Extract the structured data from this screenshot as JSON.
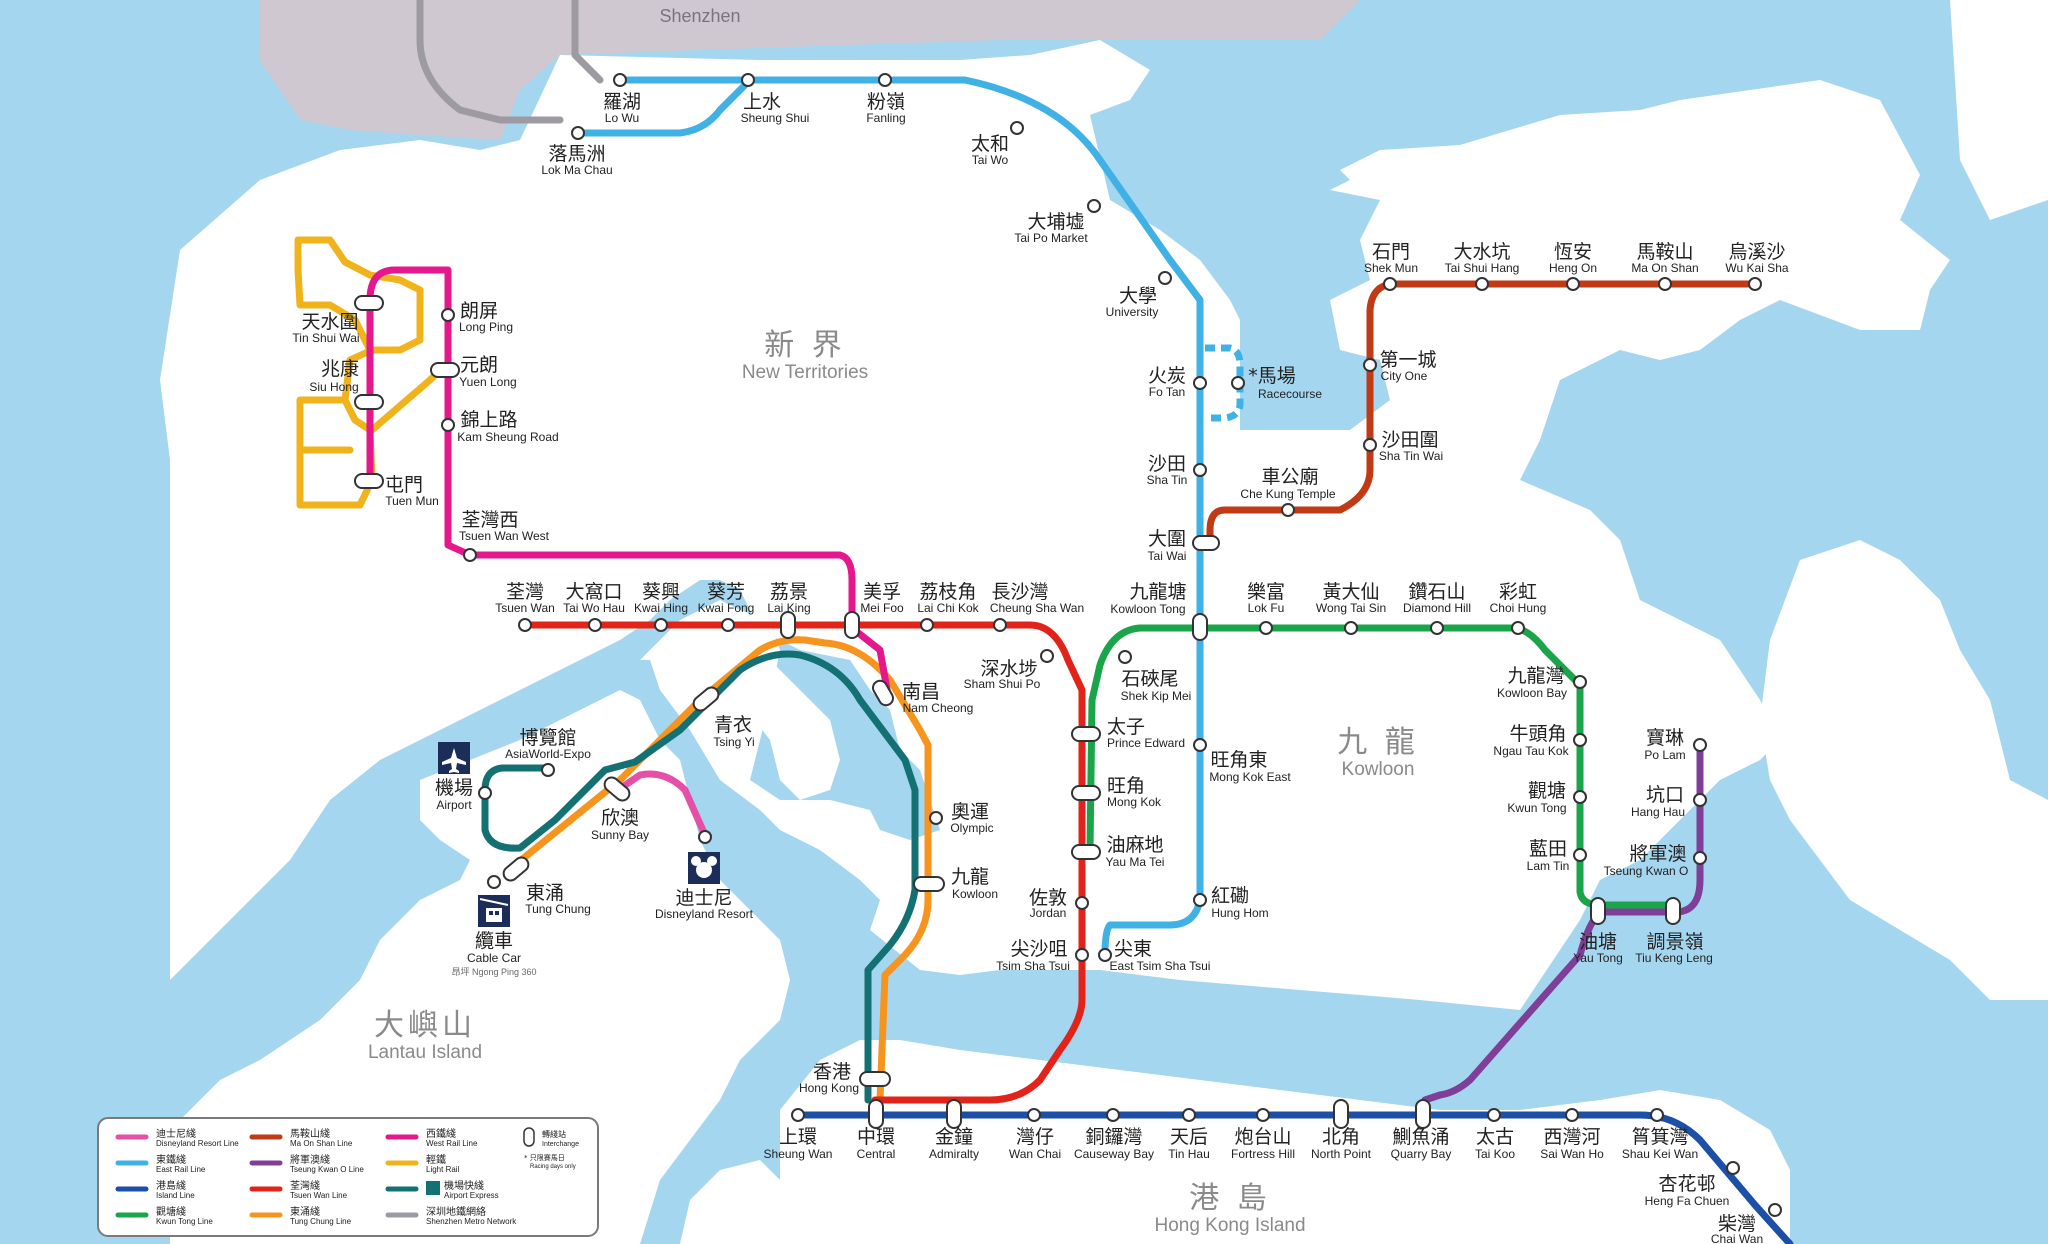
{
  "map": {
    "colors": {
      "sea": "#a5d6f0",
      "land": "#ffffff",
      "shenzhen": "#cfc8d0",
      "disneyland": "#e54fa7",
      "east_rail": "#3fb1e5",
      "island": "#1c4fa6",
      "kwun_tong": "#1aa54a",
      "ma_on_shan": "#bf3a15",
      "tseung_kwan_o": "#7f3f98",
      "tsuen_wan": "#e2231a",
      "tung_chung": "#f7941d",
      "west_rail": "#e5178c",
      "light_rail": "#f1b31c",
      "airport_express": "#137073",
      "shenzhen_metro": "#9e9aa2"
    },
    "regions": {
      "shenzhen": "Shenzhen",
      "nt_zh": "新 界",
      "nt_en": "New Territories",
      "kln_zh": "九 龍",
      "kln_en": "Kowloon",
      "lantau_zh": "大嶼山",
      "lantau_en": "Lantau Island",
      "hki_zh": "港 島",
      "hki_en": "Hong Kong Island"
    },
    "stations": {
      "lo_wu": {
        "zh": "羅湖",
        "en": "Lo Wu"
      },
      "sheung_shui": {
        "zh": "上水",
        "en": "Sheung Shui"
      },
      "fanling": {
        "zh": "粉嶺",
        "en": "Fanling"
      },
      "lok_ma_chau": {
        "zh": "落馬洲",
        "en": "Lok Ma Chau"
      },
      "tai_wo": {
        "zh": "太和",
        "en": "Tai Wo"
      },
      "tai_po_market": {
        "zh": "大埔墟",
        "en": "Tai Po Market"
      },
      "university": {
        "zh": "大學",
        "en": "University"
      },
      "fo_tan": {
        "zh": "火炭",
        "en": "Fo Tan"
      },
      "racecourse": {
        "zh": "*馬場",
        "en": "Racecourse"
      },
      "sha_tin": {
        "zh": "沙田",
        "en": "Sha Tin"
      },
      "tai_wai": {
        "zh": "大圍",
        "en": "Tai Wai"
      },
      "kowloon_tong": {
        "zh": "九龍塘",
        "en": "Kowloon Tong"
      },
      "mong_kok_east": {
        "zh": "旺角東",
        "en": "Mong Kok East"
      },
      "hung_hom": {
        "zh": "紅磡",
        "en": "Hung Hom"
      },
      "east_tst": {
        "zh": "尖東",
        "en": "East Tsim Sha Tsui"
      },
      "shek_mun": {
        "zh": "石門",
        "en": "Shek Mun"
      },
      "tai_shui_hang": {
        "zh": "大水坑",
        "en": "Tai Shui Hang"
      },
      "heng_on": {
        "zh": "恆安",
        "en": "Heng On"
      },
      "ma_on_shan": {
        "zh": "馬鞍山",
        "en": "Ma On Shan"
      },
      "wu_kai_sha": {
        "zh": "烏溪沙",
        "en": "Wu Kai Sha"
      },
      "city_one": {
        "zh": "第一城",
        "en": "City One"
      },
      "sha_tin_wai": {
        "zh": "沙田圍",
        "en": "Sha Tin Wai"
      },
      "che_kung_temple": {
        "zh": "車公廟",
        "en": "Che Kung Temple"
      },
      "tin_shui_wai": {
        "zh": "天水圍",
        "en": "Tin Shui Wai"
      },
      "siu_hong": {
        "zh": "兆康",
        "en": "Siu Hong"
      },
      "tuen_mun": {
        "zh": "屯門",
        "en": "Tuen Mun"
      },
      "long_ping": {
        "zh": "朗屏",
        "en": "Long Ping"
      },
      "yuen_long": {
        "zh": "元朗",
        "en": "Yuen Long"
      },
      "kam_sheung_road": {
        "zh": "錦上路",
        "en": "Kam Sheung Road"
      },
      "tsuen_wan_west": {
        "zh": "荃灣西",
        "en": "Tsuen Wan West"
      },
      "tsuen_wan": {
        "zh": "荃灣",
        "en": "Tsuen Wan"
      },
      "tai_wo_hau": {
        "zh": "大窩口",
        "en": "Tai Wo Hau"
      },
      "kwai_hing": {
        "zh": "葵興",
        "en": "Kwai Hing"
      },
      "kwai_fong": {
        "zh": "葵芳",
        "en": "Kwai Fong"
      },
      "lai_king": {
        "zh": "荔景",
        "en": "Lai King"
      },
      "mei_foo": {
        "zh": "美孚",
        "en": "Mei Foo"
      },
      "lai_chi_kok": {
        "zh": "荔枝角",
        "en": "Lai Chi Kok"
      },
      "cheung_sha_wan": {
        "zh": "長沙灣",
        "en": "Cheung Sha Wan"
      },
      "sham_shui_po": {
        "zh": "深水埗",
        "en": "Sham Shui Po"
      },
      "nam_cheong": {
        "zh": "南昌",
        "en": "Nam Cheong"
      },
      "shek_kip_mei": {
        "zh": "石硤尾",
        "en": "Shek Kip Mei"
      },
      "prince_edward": {
        "zh": "太子",
        "en": "Prince Edward"
      },
      "mong_kok": {
        "zh": "旺角",
        "en": "Mong Kok"
      },
      "yau_ma_tei": {
        "zh": "油麻地",
        "en": "Yau Ma Tei"
      },
      "jordan": {
        "zh": "佐敦",
        "en": "Jordan"
      },
      "tst": {
        "zh": "尖沙咀",
        "en": "Tsim Sha Tsui"
      },
      "lok_fu": {
        "zh": "樂富",
        "en": "Lok Fu"
      },
      "wong_tai_sin": {
        "zh": "黃大仙",
        "en": "Wong Tai Sin"
      },
      "diamond_hill": {
        "zh": "鑽石山",
        "en": "Diamond Hill"
      },
      "choi_hung": {
        "zh": "彩虹",
        "en": "Choi Hung"
      },
      "kowloon_bay": {
        "zh": "九龍灣",
        "en": "Kowloon Bay"
      },
      "ngau_tau_kok": {
        "zh": "牛頭角",
        "en": "Ngau Tau Kok"
      },
      "kwun_tong": {
        "zh": "觀塘",
        "en": "Kwun Tong"
      },
      "lam_tin": {
        "zh": "藍田",
        "en": "Lam Tin"
      },
      "yau_tong": {
        "zh": "油塘",
        "en": "Yau Tong"
      },
      "tiu_keng_leng": {
        "zh": "調景嶺",
        "en": "Tiu Keng Leng"
      },
      "po_lam": {
        "zh": "寶琳",
        "en": "Po Lam"
      },
      "hang_hau": {
        "zh": "坑口",
        "en": "Hang Hau"
      },
      "tseung_kwan_o": {
        "zh": "將軍澳",
        "en": "Tseung Kwan O"
      },
      "tsing_yi": {
        "zh": "青衣",
        "en": "Tsing Yi"
      },
      "sunny_bay": {
        "zh": "欣澳",
        "en": "Sunny Bay"
      },
      "disneyland": {
        "zh": "迪士尼",
        "en": "Disneyland Resort"
      },
      "airport": {
        "zh": "機場",
        "en": "Airport"
      },
      "asiaworld": {
        "zh": "博覽館",
        "en": "AsiaWorld-Expo"
      },
      "tung_chung": {
        "zh": "東涌",
        "en": "Tung Chung"
      },
      "cable_car": {
        "zh": "纜車",
        "en": "Cable Car",
        "sub": "昂坪 Ngong Ping 360"
      },
      "olympic": {
        "zh": "奧運",
        "en": "Olympic"
      },
      "kowloon": {
        "zh": "九龍",
        "en": "Kowloon"
      },
      "hong_kong": {
        "zh": "香港",
        "en": "Hong Kong"
      },
      "sheung_wan": {
        "zh": "上環",
        "en": "Sheung Wan"
      },
      "central": {
        "zh": "中環",
        "en": "Central"
      },
      "admiralty": {
        "zh": "金鐘",
        "en": "Admiralty"
      },
      "wan_chai": {
        "zh": "灣仔",
        "en": "Wan Chai"
      },
      "causeway_bay": {
        "zh": "銅鑼灣",
        "en": "Causeway Bay"
      },
      "tin_hau": {
        "zh": "天后",
        "en": "Tin Hau"
      },
      "fortress_hill": {
        "zh": "炮台山",
        "en": "Fortress Hill"
      },
      "north_point": {
        "zh": "北角",
        "en": "North Point"
      },
      "quarry_bay": {
        "zh": "鰂魚涌",
        "en": "Quarry Bay"
      },
      "tai_koo": {
        "zh": "太古",
        "en": "Tai Koo"
      },
      "sai_wan_ho": {
        "zh": "西灣河",
        "en": "Sai Wan Ho"
      },
      "shau_kei_wan": {
        "zh": "筲箕灣",
        "en": "Shau Kei Wan"
      },
      "heng_fa_chuen": {
        "zh": "杏花邨",
        "en": "Heng Fa Chuen"
      },
      "chai_wan": {
        "zh": "柴灣",
        "en": "Chai Wan"
      }
    },
    "legend": {
      "disneyland": {
        "zh": "迪士尼綫",
        "en": "Disneyland Resort Line"
      },
      "east_rail": {
        "zh": "東鐵綫",
        "en": "East Rail Line"
      },
      "island": {
        "zh": "港島綫",
        "en": "Island Line"
      },
      "kwun_tong": {
        "zh": "觀塘綫",
        "en": "Kwun Tong Line"
      },
      "ma_on_shan": {
        "zh": "馬鞍山綫",
        "en": "Ma On Shan Line"
      },
      "tseung_kwan_o": {
        "zh": "將軍澳綫",
        "en": "Tseung Kwan O Line"
      },
      "tsuen_wan": {
        "zh": "荃灣綫",
        "en": "Tsuen Wan Line"
      },
      "tung_chung": {
        "zh": "東涌綫",
        "en": "Tung Chung Line"
      },
      "west_rail": {
        "zh": "西鐵綫",
        "en": "West Rail Line"
      },
      "light_rail": {
        "zh": "輕鐵",
        "en": "Light Rail"
      },
      "airport_express": {
        "zh": "機場快綫",
        "en": "Airport Express"
      },
      "shenzhen_metro": {
        "zh": "深圳地鐵網絡",
        "en": "Shenzhen Metro Network"
      },
      "interchange": {
        "zh": "轉綫站",
        "en": "Interchange"
      },
      "racing_note": {
        "zh": "* 只限賽馬日",
        "en": "Racing days only"
      }
    }
  }
}
